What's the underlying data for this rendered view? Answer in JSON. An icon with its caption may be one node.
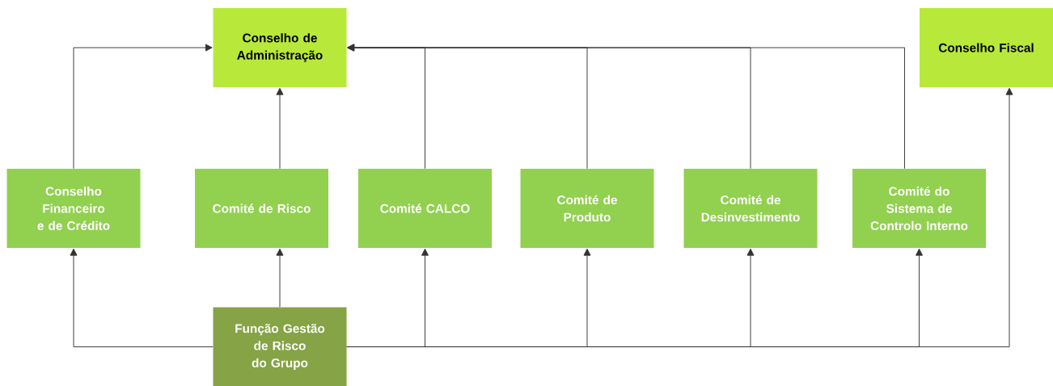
{
  "diagram": {
    "nodes": [
      {
        "text": [
          "Conselho de Administração"
        ]
      },
      {
        "text": [
          "Conselho Fiscal"
        ]
      },
      {
        "text": [
          "Conselho Financeiro e de Crédito"
        ]
      },
      {
        "text": [
          "Comité de Risco"
        ]
      },
      {
        "text": [
          "Comité CALCO"
        ]
      },
      {
        "text": [
          "Comité de Produto"
        ]
      },
      {
        "text": [
          "Comité de Desinvestimento"
        ]
      },
      {
        "text": [
          "Comité do Sistema de Controlo Interno"
        ]
      },
      {
        "text": [
          "Função Gestão de Risco do Grupo"
        ]
      }
    ],
    "edges": [
      {
        "from": 2,
        "to": 0,
        "arrow": "to"
      },
      {
        "from": 3,
        "to": 0,
        "arrow": "to"
      },
      {
        "from": 4,
        "to": 0,
        "arrow": "to"
      },
      {
        "from": 5,
        "to": 0,
        "arrow": "to"
      },
      {
        "from": 6,
        "to": 0,
        "arrow": "to"
      },
      {
        "from": 7,
        "to": 0,
        "arrow": "to"
      },
      {
        "from": 8,
        "to": 2,
        "arrow": "to"
      },
      {
        "from": 8,
        "to": 3,
        "arrow": "to"
      },
      {
        "from": 8,
        "to": 4,
        "arrow": "to"
      },
      {
        "from": 8,
        "to": 5,
        "arrow": "to"
      },
      {
        "from": 8,
        "to": 6,
        "arrow": "to"
      },
      {
        "from": 8,
        "to": 7,
        "arrow": "to"
      },
      {
        "from": 8,
        "to": 1,
        "arrow": "to"
      }
    ]
  }
}
